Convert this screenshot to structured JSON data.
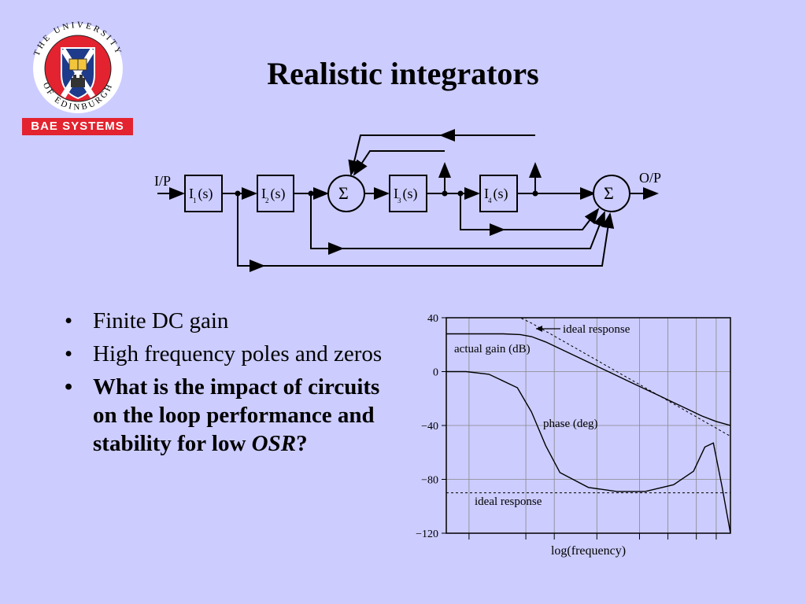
{
  "header": {
    "title": "Realistic integrators",
    "logo_ring_top": "THE UNIVERSITY",
    "logo_ring_bottom": "OF EDINBURGH",
    "badge": "BAE SYSTEMS"
  },
  "diagram": {
    "input_label": "I/P",
    "output_label": "O/P",
    "blocks": [
      {
        "main": "I",
        "sub": "1",
        "arg": "(s)"
      },
      {
        "main": "I",
        "sub": "2",
        "arg": "(s)"
      },
      {
        "main": "I",
        "sub": "3",
        "arg": "(s)"
      },
      {
        "main": "I",
        "sub": "4",
        "arg": "(s)"
      }
    ],
    "sum_symbol": "Σ"
  },
  "bullets": [
    {
      "text": "Finite DC gain",
      "bold": false
    },
    {
      "text": "High frequency poles and zeros",
      "bold": false
    },
    {
      "text_before": "What is the impact of circuits on the loop performance and stability for low ",
      "italic": "OSR",
      "text_after": "?",
      "bold": true
    }
  ],
  "chart_data": {
    "type": "line",
    "xlabel": "log(frequency)",
    "ylabel": "",
    "ylim": [
      -120,
      40
    ],
    "yticks": [
      "40",
      "0",
      "−40",
      "−80",
      "−120"
    ],
    "grid": true,
    "annotations": {
      "ideal_top": "ideal response",
      "actual_gain": "actual gain (dB)",
      "phase": "phase (deg)",
      "ideal_bottom": "ideal response"
    },
    "series": [
      {
        "name": "actual gain (dB)",
        "x": [
          0,
          1,
          2,
          2.6,
          3,
          3.5,
          4,
          5,
          6,
          6.5,
          7,
          7.5,
          8,
          8.5,
          9,
          9.5,
          10
        ],
        "values": [
          28,
          28,
          28,
          27.5,
          26,
          22,
          17,
          7,
          -3,
          -8,
          -13,
          -18,
          -23,
          -28,
          -33,
          -37,
          -40
        ]
      },
      {
        "name": "ideal response (gain)",
        "x": [
          0,
          2.6,
          3,
          4,
          5,
          6,
          7,
          8,
          9,
          10
        ],
        "values": [
          60,
          40,
          36,
          24,
          12,
          0,
          -12,
          -24,
          -36,
          -48
        ]
      },
      {
        "name": "phase (deg)",
        "x": [
          0,
          0.7,
          1.5,
          2.5,
          3,
          3.5,
          4,
          5,
          6,
          7,
          8,
          8.7,
          9.1,
          9.4,
          9.7,
          10
        ],
        "values": [
          0,
          0,
          -2,
          -12,
          -30,
          -55,
          -75,
          -86,
          -89,
          -89,
          -84,
          -74,
          -56,
          -53,
          -85,
          -120
        ]
      },
      {
        "name": "ideal response (phase)",
        "x": [
          0,
          10
        ],
        "values": [
          -90,
          -90
        ]
      }
    ]
  }
}
